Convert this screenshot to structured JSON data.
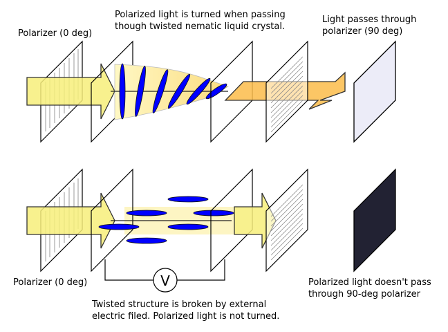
{
  "title": "Twisted nematic liquid crystal display principle",
  "colors": {
    "light_beam": "#f7ef7a",
    "rotated_beam": "#fbbc4a",
    "crystal": "#0000ff",
    "crystal_region": "#fdf3b8",
    "screen_bright": "#ececf8",
    "screen_dark": "#222233"
  },
  "top_panel": {
    "state": "voltage off",
    "labels": {
      "polarizer_left": "Polarizer (0 deg)",
      "crystal_caption_line1": "Polarized light is turned when passing",
      "crystal_caption_line2": "though twisted nematic liquid crystal.",
      "result_line1": "Light passes through",
      "result_line2": "polarizer (90 deg)"
    },
    "crystal_rotation_deg": [
      0,
      10,
      18,
      32,
      42,
      55
    ]
  },
  "bottom_panel": {
    "state": "voltage on",
    "labels": {
      "polarizer_left": "Polarizer (0 deg)",
      "voltage_source": "V",
      "caption_line1": "Twisted structure is broken by external",
      "caption_line2": "electric filed. Polarized light is not turned.",
      "result_line1": "Polarized light doesn't pass",
      "result_line2": "through 90-deg polarizer"
    }
  }
}
